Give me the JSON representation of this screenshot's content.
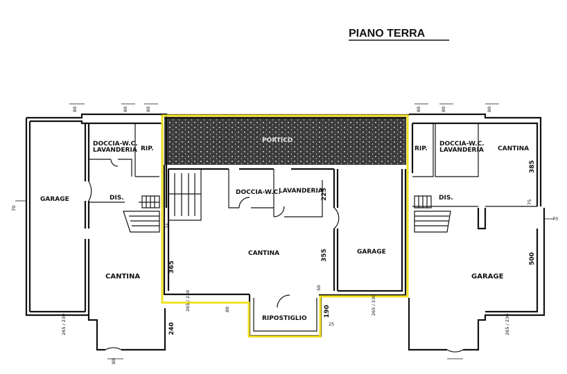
{
  "title": "PIANO TERRA",
  "rooms": {
    "left_garage": "GARAGE",
    "left_doccia": "DOCCIA-W.C.",
    "left_lavanderia": "LAVANDERIA",
    "left_rip": "RIP.",
    "left_dis": "DIS.",
    "left_cantina": "CANTINA",
    "portico": "PORTICO",
    "mid_doccia": "DOCCIA-W.C.",
    "mid_lavanderia": "LAVANDERIA",
    "mid_cantina": "CANTINA",
    "mid_garage": "GARAGE",
    "ripostiglio": "RIPOSTIGLIO",
    "right_doccia": "DOCCIA-W.C.",
    "right_lavanderia": "LAVANDERIA",
    "right_rip": "RIP.",
    "right_cantina": "CANTINA",
    "right_dis": "DIS.",
    "right_garage": "GARAGE"
  },
  "dimensions": {
    "h_365": "365",
    "h_355": "355",
    "h_225": "225",
    "h_240": "240",
    "h_385": "385",
    "h_500": "500",
    "h_75_left": "75",
    "h_75_right": "75",
    "h_190": "190",
    "h_50": "50",
    "h_25": "25",
    "w_265_230": "265 / 230",
    "w_265_230_b": "265 / 230",
    "w_265_230_c": "265 / 230",
    "w_265_230_d": "265 / 230",
    "w_70_left": "70",
    "w_70_right": "70",
    "w_80": "80",
    "w_80_b": "80",
    "w_80_c": "80",
    "w_80_d": "80",
    "w_80_e": "80",
    "w_80_f": "80",
    "w_80_g": "80",
    "w_80_h": "80"
  }
}
